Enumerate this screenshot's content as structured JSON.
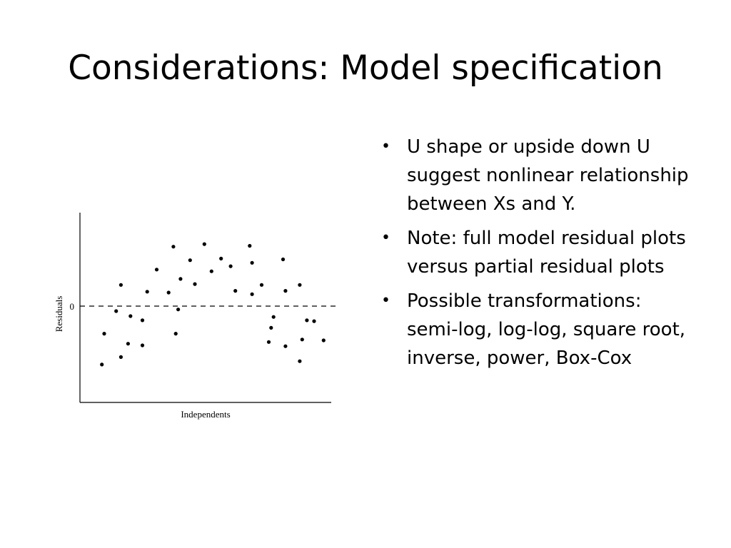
{
  "slide": {
    "title": "Considerations: Model specification",
    "bullets": [
      "U shape or upside down U suggest nonlinear relationship between Xs and Y.",
      "Note: full model residual plots versus partial residual plots",
      "Possible transformations: semi-log, log-log, square root, inverse, power, Box-Cox"
    ],
    "bullet_glyph": "•"
  },
  "chart_data": {
    "type": "scatter",
    "xlabel": "Independents",
    "ylabel": "Residuals",
    "zero_label": "0",
    "xlim": [
      0,
      100
    ],
    "ylim": [
      -10,
      10
    ],
    "reference_line": {
      "y": 0,
      "style": "dashed"
    },
    "grid": false,
    "points": [
      {
        "x": 5,
        "y": -7.0
      },
      {
        "x": 6,
        "y": -3.3
      },
      {
        "x": 11,
        "y": -0.6
      },
      {
        "x": 13,
        "y": 2.5
      },
      {
        "x": 13,
        "y": -6.1
      },
      {
        "x": 16,
        "y": -4.5
      },
      {
        "x": 17,
        "y": -1.2
      },
      {
        "x": 22,
        "y": -1.7
      },
      {
        "x": 22,
        "y": -4.7
      },
      {
        "x": 24,
        "y": 1.7
      },
      {
        "x": 28,
        "y": 4.3
      },
      {
        "x": 33,
        "y": 1.6
      },
      {
        "x": 35,
        "y": 7.0
      },
      {
        "x": 36,
        "y": -3.3
      },
      {
        "x": 37,
        "y": -0.4
      },
      {
        "x": 38,
        "y": 3.2
      },
      {
        "x": 42,
        "y": 5.4
      },
      {
        "x": 44,
        "y": 2.6
      },
      {
        "x": 48,
        "y": 7.3
      },
      {
        "x": 51,
        "y": 4.1
      },
      {
        "x": 55,
        "y": 5.6
      },
      {
        "x": 59,
        "y": 4.7
      },
      {
        "x": 61,
        "y": 1.8
      },
      {
        "x": 67,
        "y": 7.1
      },
      {
        "x": 68,
        "y": 5.1
      },
      {
        "x": 68,
        "y": 1.4
      },
      {
        "x": 72,
        "y": 2.5
      },
      {
        "x": 75,
        "y": -4.3
      },
      {
        "x": 76,
        "y": -2.6
      },
      {
        "x": 77,
        "y": -1.3
      },
      {
        "x": 81,
        "y": 5.5
      },
      {
        "x": 82,
        "y": 1.8
      },
      {
        "x": 82,
        "y": -4.8
      },
      {
        "x": 88,
        "y": 2.5
      },
      {
        "x": 88,
        "y": -6.6
      },
      {
        "x": 89,
        "y": -4.0
      },
      {
        "x": 91,
        "y": -1.7
      },
      {
        "x": 94,
        "y": -1.8
      },
      {
        "x": 98,
        "y": -4.1
      }
    ]
  }
}
